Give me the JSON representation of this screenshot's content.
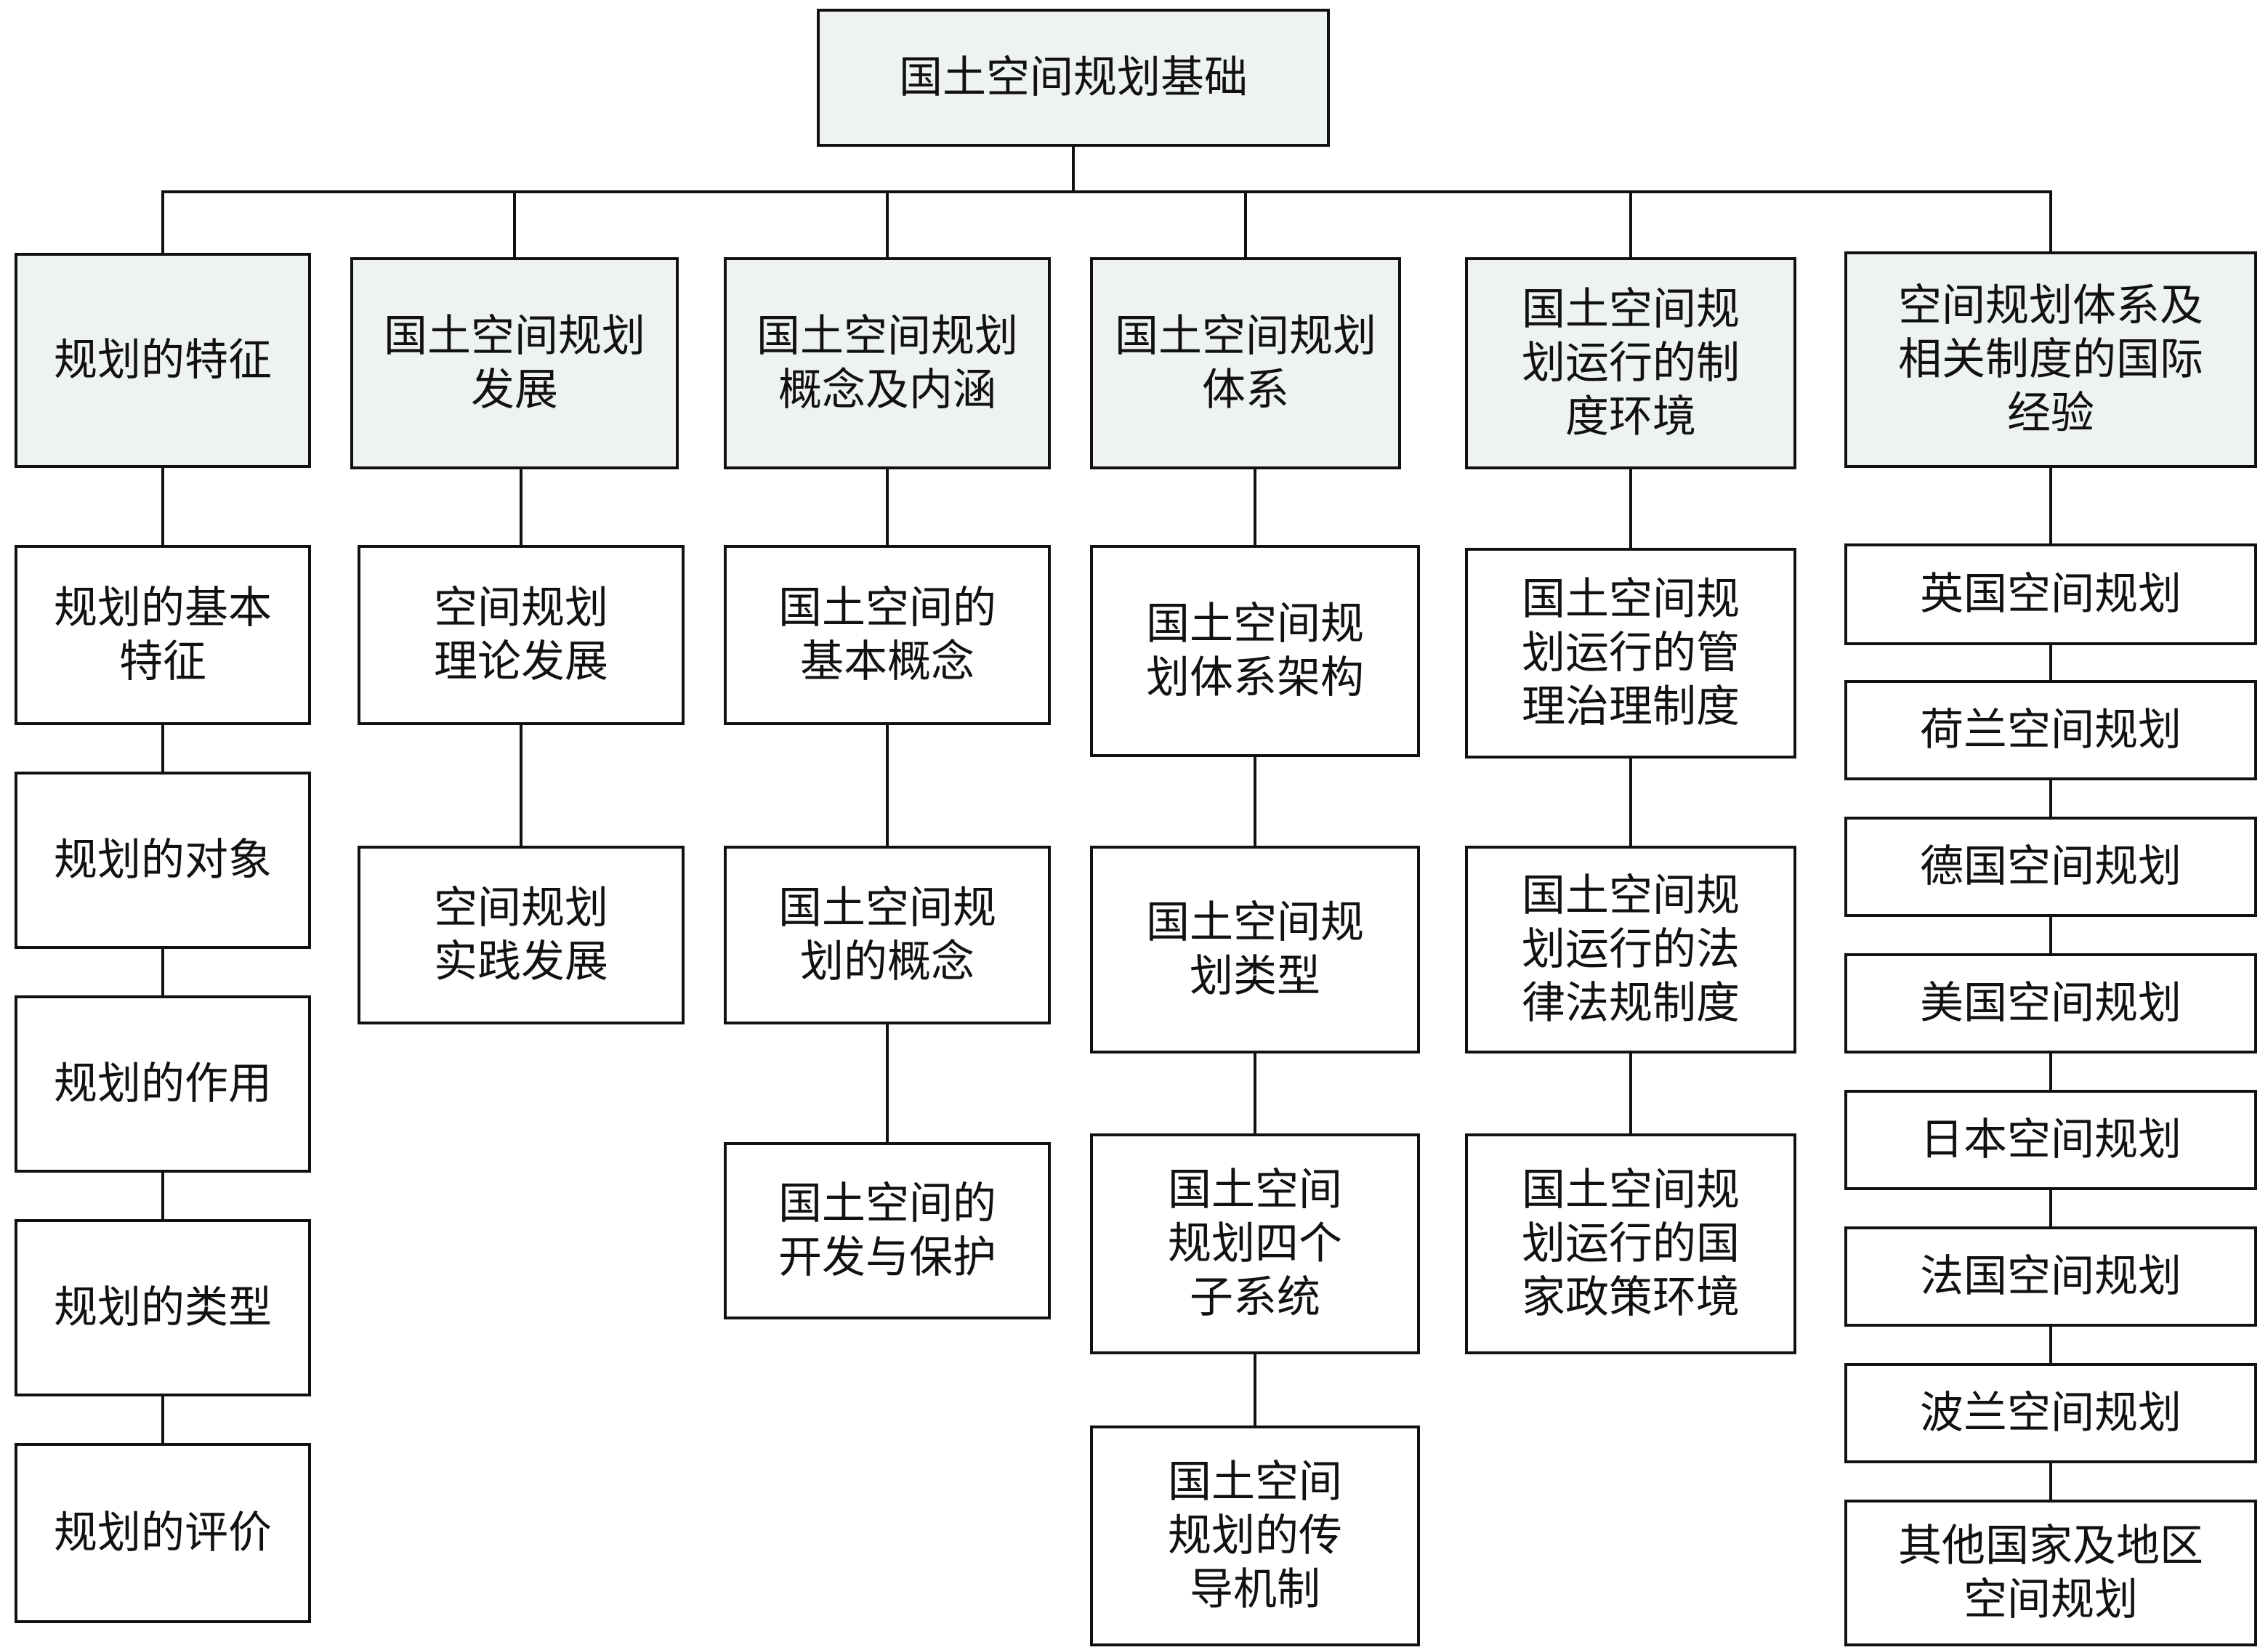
{
  "root": {
    "label": "国土空间规划基础"
  },
  "columns": [
    {
      "label": "规划的特征",
      "children": [
        "规划的基本\n特征",
        "规划的对象",
        "规划的作用",
        "规划的类型",
        "规划的评价"
      ]
    },
    {
      "label": "国土空间规划\n发展",
      "children": [
        "空间规划\n理论发展",
        "空间规划\n实践发展"
      ]
    },
    {
      "label": "国土空间规划\n概念及内涵",
      "children": [
        "国土空间的\n基本概念",
        "国土空间规\n划的概念",
        "国土空间的\n开发与保护"
      ]
    },
    {
      "label": "国土空间规划\n体系",
      "children": [
        "国土空间规\n划体系架构",
        "国土空间规\n划类型",
        "国土空间\n规划四个\n子系统",
        "国土空间\n规划的传\n导机制"
      ]
    },
    {
      "label": "国土空间规\n划运行的制\n度环境",
      "children": [
        "国土空间规\n划运行的管\n理治理制度",
        "国土空间规\n划运行的法\n律法规制度",
        "国土空间规\n划运行的国\n家政策环境"
      ]
    },
    {
      "label": "空间规划体系及\n相关制度的国际\n经验",
      "children": [
        "英国空间规划",
        "荷兰空间规划",
        "德国空间规划",
        "美国空间规划",
        "日本空间规划",
        "法国空间规划",
        "波兰空间规划",
        "其他国家及地区\n空间规划"
      ]
    }
  ]
}
